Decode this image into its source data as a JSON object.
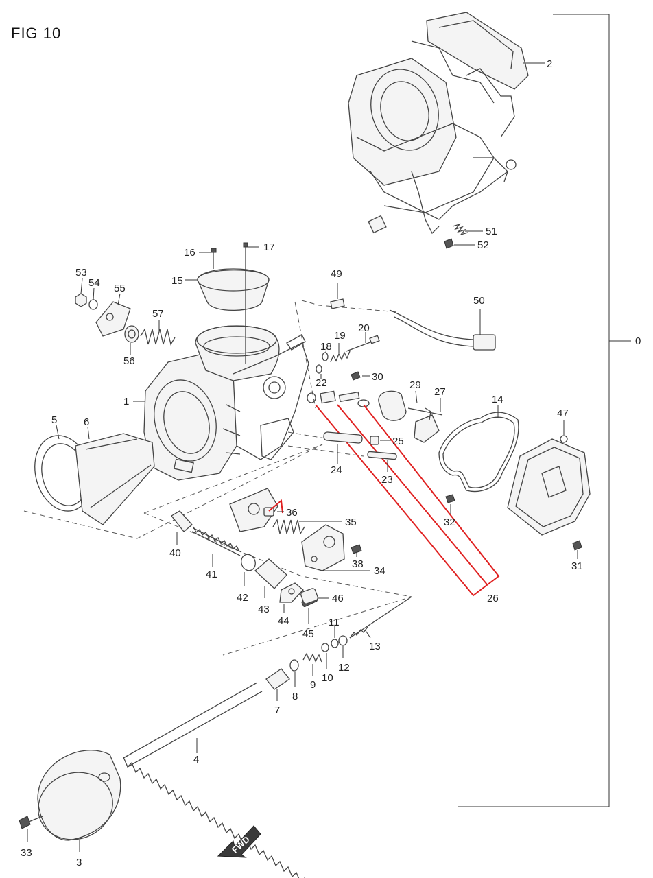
{
  "figure": {
    "title": "FIG 10"
  },
  "fwd_label": "FWD",
  "highlight_color": "#e02020",
  "labels": {
    "l0": "0",
    "l1": "1",
    "l2": "2",
    "l3": "3",
    "l4": "4",
    "l5": "5",
    "l6": "6",
    "l7": "7",
    "l8": "8",
    "l9": "9",
    "l10": "10",
    "l11": "11",
    "l12": "12",
    "l13": "13",
    "l14": "14",
    "l15": "15",
    "l16": "16",
    "l17": "17",
    "l18": "18",
    "l19": "19",
    "l20": "20",
    "l22": "22",
    "l23": "23",
    "l24": "24",
    "l25": "25",
    "l26": "26",
    "l27": "27",
    "l29": "29",
    "l30": "30",
    "l31": "31",
    "l32": "32",
    "l33": "33",
    "l34": "34",
    "l35": "35",
    "l36": "36",
    "l38": "38",
    "l40": "40",
    "l41": "41",
    "l42": "42",
    "l43": "43",
    "l44": "44",
    "l45": "45",
    "l46": "46",
    "l47": "47",
    "l49": "49",
    "l50": "50",
    "l51": "51",
    "l52": "52",
    "l53": "53",
    "l54": "54",
    "l55": "55",
    "l56": "56",
    "l57": "57"
  }
}
